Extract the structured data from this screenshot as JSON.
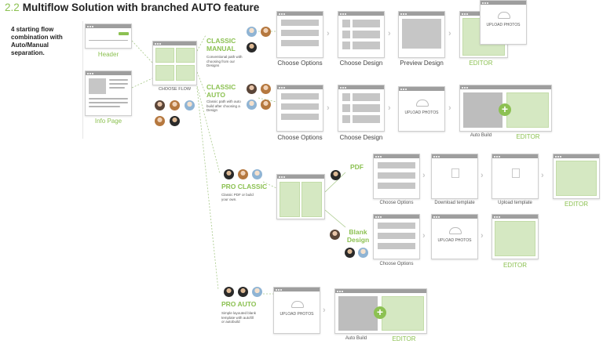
{
  "title": {
    "number": "2.2",
    "text": "Multiflow Solution with branched AUTO feature"
  },
  "intro": "4 starting flow combination with Auto/Manual separation.",
  "left": {
    "header_label": "Header",
    "info_label": "Info Page",
    "choose_flow": "CHOOSE FLOW"
  },
  "flows": {
    "classic_manual": {
      "title": "CLASSIC MANUAL",
      "desc": "Conventional path with choosing from our Designs",
      "steps": [
        "Choose Options",
        "Choose Design",
        "Preview Design",
        "EDITOR"
      ],
      "upload": "UPLOAD PHOTOS"
    },
    "classic_auto": {
      "title": "CLASSIC AUTO",
      "desc": "Classic path with auto build after choosing a Design",
      "steps": [
        "Choose Options",
        "Choose Design",
        "UPLOAD PHOTOS",
        "Auto Build",
        "EDITOR"
      ]
    },
    "pro_classic": {
      "title": "PRO CLASSIC",
      "desc": "Classic PDF or build your own.",
      "pdf": {
        "title": "PDF",
        "steps": [
          "Choose Options",
          "Download template",
          "Upload template",
          "EDITOR"
        ]
      },
      "blank": {
        "title": "Blank Design",
        "steps": [
          "Choose Options",
          "UPLOAD PHOTOS",
          "EDITOR"
        ]
      }
    },
    "pro_auto": {
      "title": "PRO AUTO",
      "desc": "Simple layouted blank template with autofill or autobuild",
      "steps": [
        "UPLOAD PHOTOS",
        "Auto Build",
        "EDITOR"
      ]
    }
  },
  "colors": {
    "accent": "#8cc152",
    "window_bar": "#9e9e9e",
    "placeholder_green": "#d5e8c2",
    "title": "#222222"
  },
  "icons": [
    "cloud-icon",
    "document-icon",
    "plus-icon",
    "chevron-right-icon",
    "avatar"
  ]
}
